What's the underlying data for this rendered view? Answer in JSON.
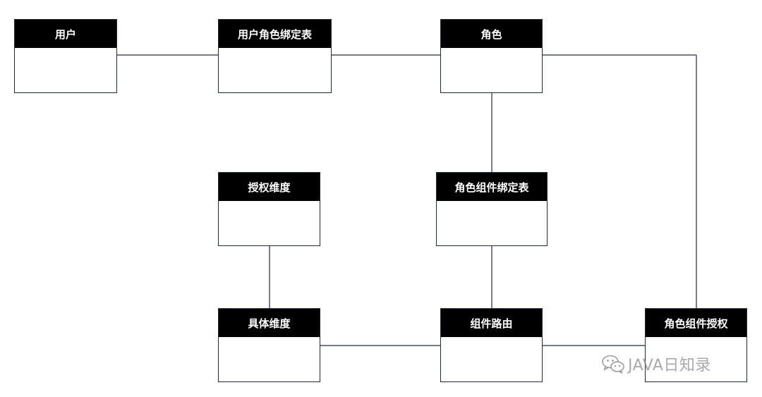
{
  "diagram": {
    "entities": [
      {
        "id": "user",
        "label": "用户"
      },
      {
        "id": "user-role-binding",
        "label": "用户角色绑定表"
      },
      {
        "id": "role",
        "label": "角色"
      },
      {
        "id": "authorization-dimension",
        "label": "授权维度"
      },
      {
        "id": "role-component-binding",
        "label": "角色组件绑定表"
      },
      {
        "id": "concrete-dimension",
        "label": "具体维度"
      },
      {
        "id": "component-route",
        "label": "组件路由"
      },
      {
        "id": "role-component-authorization",
        "label": "角色组件授权"
      }
    ],
    "connections": [
      {
        "from": "user",
        "to": "user-role-binding"
      },
      {
        "from": "user-role-binding",
        "to": "role"
      },
      {
        "from": "role",
        "to": "role-component-authorization"
      },
      {
        "from": "role",
        "to": "role-component-binding"
      },
      {
        "from": "role-component-binding",
        "to": "component-route"
      },
      {
        "from": "authorization-dimension",
        "to": "concrete-dimension"
      },
      {
        "from": "concrete-dimension",
        "to": "component-route"
      },
      {
        "from": "component-route",
        "to": "role-component-authorization"
      }
    ]
  },
  "watermark": {
    "icon": "wechat-icon",
    "text": "JAVA日知录"
  }
}
